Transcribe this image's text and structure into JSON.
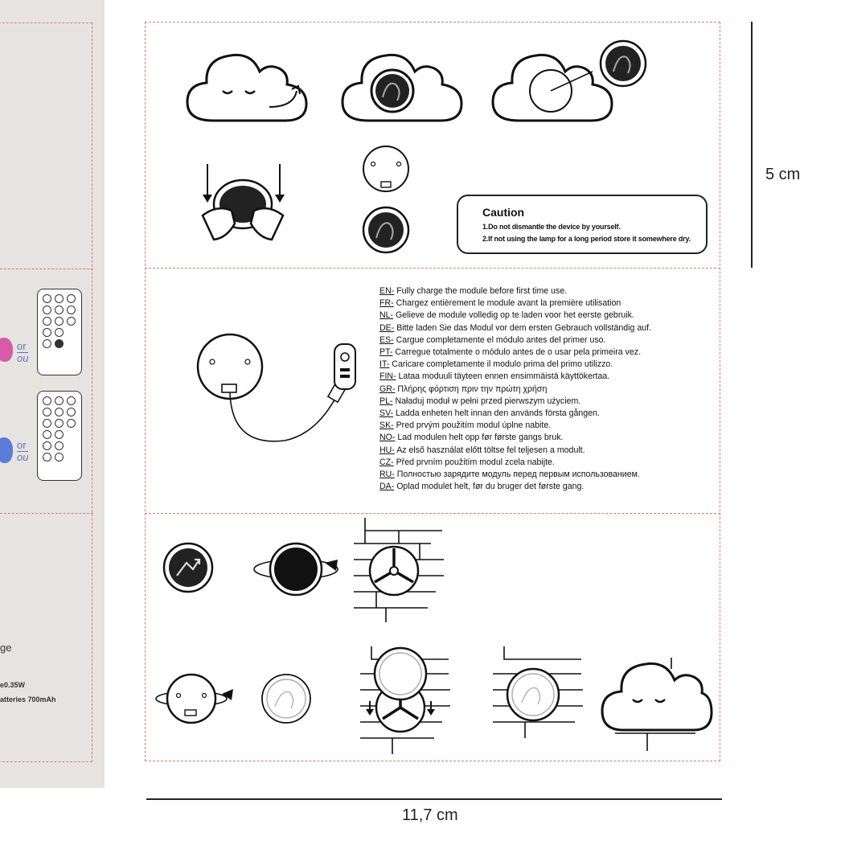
{
  "left_panel": {
    "or_label": "or",
    "ou_label": "ou",
    "usage_partial": "ge",
    "power_partial": "e0.35W",
    "battery_partial": "atteries 700mAh",
    "colors": {
      "pink_blob": "#d85aa8",
      "blue_blob": "#5a7cd8",
      "background": "#e6e4e0"
    }
  },
  "caution": {
    "title": "Caution",
    "line1": "1.Do not dismantle the device by yourself.",
    "line2": "2.If not using the lamp for a long period store it somewhere dry."
  },
  "languages": [
    {
      "code": "EN-",
      "text": " Fully charge the module before first time use."
    },
    {
      "code": "FR-",
      "text": " Chargez entièrement le module avant la première utilisation"
    },
    {
      "code": "NL-",
      "text": " Gelieve de module volledig op te laden voor het eerste gebruik."
    },
    {
      "code": "DE-",
      "text": " Bitte laden Sie das Modul vor dem ersten Gebrauch vollständig auf."
    },
    {
      "code": "ES-",
      "text": " Cargue completamente el módulo antes del primer uso."
    },
    {
      "code": "PT-",
      "text": " Carregue totalmente o módulo antes de o usar pela primeira vez."
    },
    {
      "code": "IT-",
      "text": " Caricare completamente il modulo prima del primo utilizzo."
    },
    {
      "code": "FIN-",
      "text": " Lataa moduuli täyteen ennen ensimmäistä käyttökertaa."
    },
    {
      "code": "GR-",
      "text": " Πλήρης φόρτιση πριν την πρώτη χρήση"
    },
    {
      "code": "PL-",
      "text": " Naładuj moduł w pełni przed pierwszym użyciem."
    },
    {
      "code": "SV-",
      "text": " Ladda enheten helt innan den används första gången."
    },
    {
      "code": "SK-",
      "text": " Pred prvým použitím modul úplne nabite."
    },
    {
      "code": "NO-",
      "text": " Lad modulen helt opp før første gangs bruk."
    },
    {
      "code": "HU-",
      "text": " Az első használat előtt töltse fel teljesen a modult."
    },
    {
      "code": "CZ-",
      "text": " Před prvním použitím modul zcela nabijte."
    },
    {
      "code": "RU-",
      "text": " Полностью зарядите модуль перед первым использованием."
    },
    {
      "code": "DA-",
      "text": " Oplad modulet helt, før du bruger det første gang."
    }
  ],
  "dimensions": {
    "height": "5 cm",
    "width": "11,7 cm"
  }
}
